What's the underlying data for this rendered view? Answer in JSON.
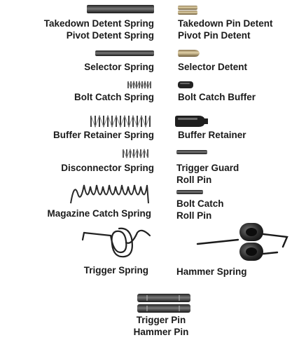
{
  "labels": {
    "takedown_detent_spring": "Takedown Detent Spring",
    "pivot_detent_spring": "Pivot Detent Spring",
    "takedown_pin_detent": "Takedown Pin Detent",
    "pivot_pin_detent": "Pivot Pin Detent",
    "selector_spring": "Selector Spring",
    "selector_detent": "Selector Detent",
    "bolt_catch_spring": "Bolt Catch Spring",
    "bolt_catch_buffer": "Bolt Catch Buffer",
    "buffer_retainer_spring": "Buffer Retainer Spring",
    "buffer_retainer": "Buffer Retainer",
    "disconnector_spring": "Disconnector Spring",
    "trigger_guard_roll_pin_1": "Trigger Guard",
    "trigger_guard_roll_pin_2": "Roll Pin",
    "magazine_catch_spring": "Magazine Catch Spring",
    "bolt_catch_roll_pin_1": "Bolt Catch",
    "bolt_catch_roll_pin_2": "Roll Pin",
    "trigger_spring": "Trigger Spring",
    "hammer_spring": "Hammer Spring",
    "trigger_pin": "Trigger Pin",
    "hammer_pin": "Hammer Pin"
  },
  "colors": {
    "text": "#1a1a1a",
    "steel_dark": "#2a2a2a",
    "steel_mid": "#555555",
    "brass": "#b8a070"
  }
}
